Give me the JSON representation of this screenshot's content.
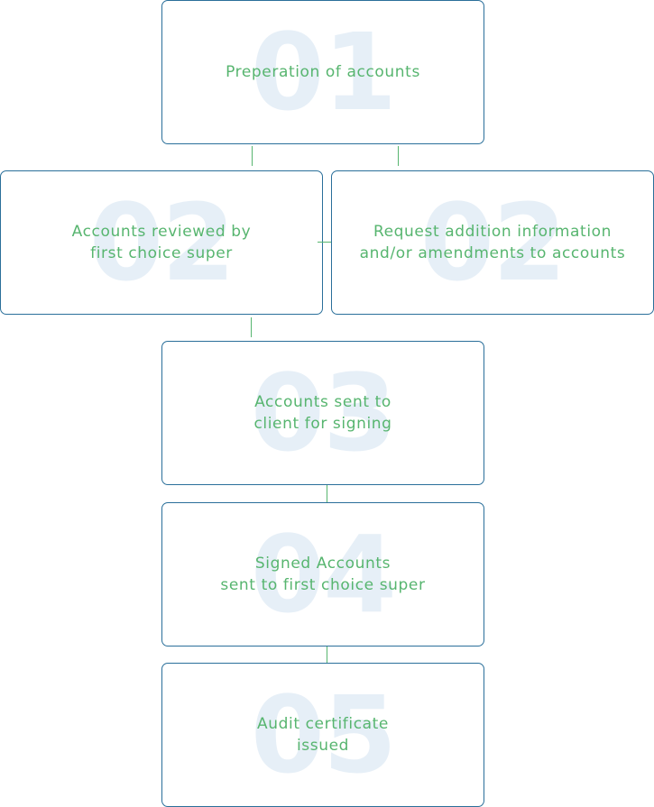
{
  "steps": [
    {
      "number": "01",
      "text": "Preperation of accounts"
    },
    {
      "number": "02",
      "text": "Accounts reviewed by\nfirst choice super"
    },
    {
      "number": "02",
      "text": "Request addition information\nand/or amendments to accounts"
    },
    {
      "number": "03",
      "text": "Accounts sent to\nclient for signing"
    },
    {
      "number": "04",
      "text": "Signed Accounts\nsent to first choice super"
    },
    {
      "number": "05",
      "text": "Audit certificate\nissued"
    }
  ],
  "colors": {
    "border": "#2a6f9a",
    "text": "#57b56f",
    "number": "#e6eff7",
    "connector": "#57b56f"
  }
}
